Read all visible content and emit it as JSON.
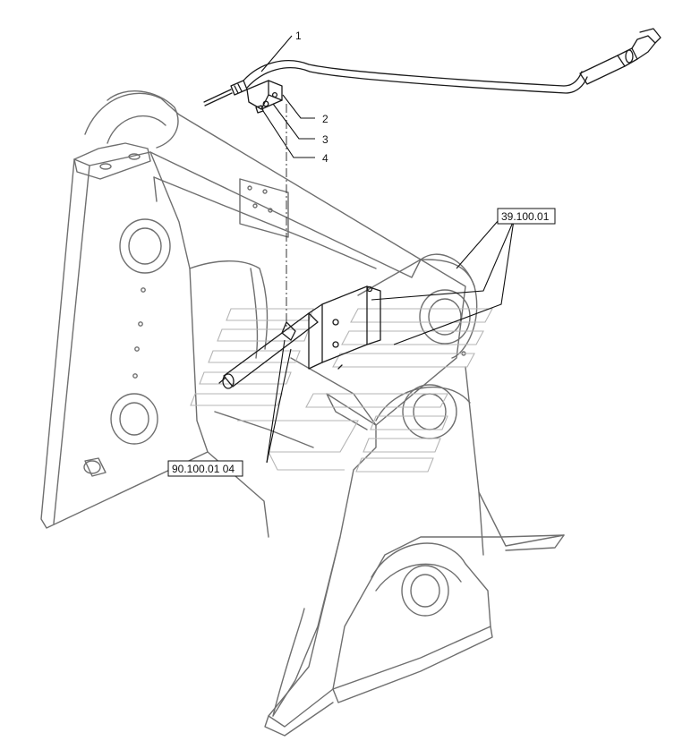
{
  "callouts": [
    {
      "id": "1",
      "label": "1"
    },
    {
      "id": "2",
      "label": "2"
    },
    {
      "id": "3",
      "label": "3"
    },
    {
      "id": "4",
      "label": "4"
    }
  ],
  "references": [
    {
      "id": "ref-a",
      "label": "39.100.01"
    },
    {
      "id": "ref-b",
      "label": "90.100.01 04"
    }
  ]
}
